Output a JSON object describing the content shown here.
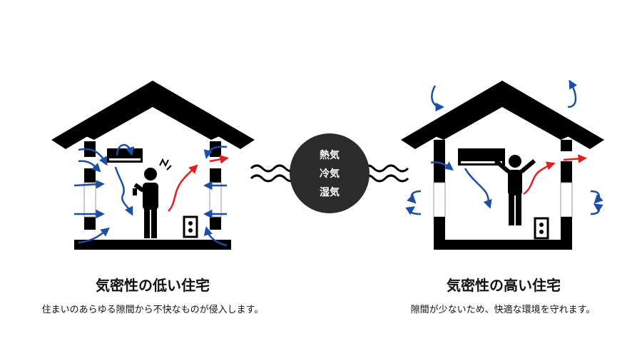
{
  "center": {
    "labels": [
      "熱気",
      "冷気",
      "湿気"
    ]
  },
  "left": {
    "title": "気密性の低い住宅",
    "description": "住まいのあらゆる隙間から不快なものが侵入します。"
  },
  "right": {
    "title": "気密性の高い住宅",
    "description": "隙間が少ないため、快適な環境を守れます。"
  },
  "colors": {
    "house": "#000000",
    "cold_air": "#1a4fa8",
    "hot_air": "#e02020",
    "circle": "#2b2b2b",
    "text": "#111111"
  }
}
